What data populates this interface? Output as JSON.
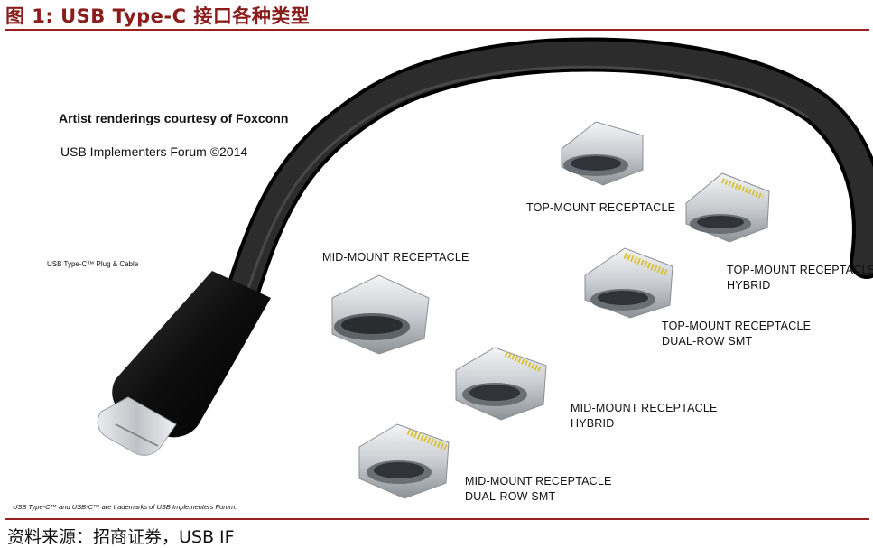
{
  "figure": {
    "title": "图 1:  USB Type-C 接口各种类型",
    "source": "资料来源：招商证券，USB IF"
  },
  "illustration": {
    "credit": "Artist renderings courtesy of Foxconn",
    "copyright": "USB Implementers Forum ©2014",
    "plug_label": "USB Type-C™ Plug & Cable",
    "trademark_note": "USB Type-C™ and USB-C™ are trademarks of USB Implementers Forum.",
    "labels": {
      "top_mount": [
        "TOP-MOUNT RECEPTACLE"
      ],
      "top_mount_hybrid": [
        "TOP-MOUNT RECEPTACLE",
        "HYBRID"
      ],
      "top_mount_dual_row": [
        "TOP-MOUNT RECEPTACLE",
        "DUAL-ROW SMT"
      ],
      "mid_mount": [
        "MID-MOUNT RECEPTACLE"
      ],
      "mid_mount_hybrid": [
        "MID-MOUNT RECEPTACLE",
        "HYBRID"
      ],
      "mid_mount_dual_row": [
        "MID-MOUNT RECEPTACLE",
        "DUAL-ROW SMT"
      ]
    }
  },
  "colors": {
    "title": "#8b1c1c",
    "rule": "#9a2020",
    "cable": "#151515",
    "metal": "#c8ccd0",
    "gold_pins": "#d8c23a"
  }
}
